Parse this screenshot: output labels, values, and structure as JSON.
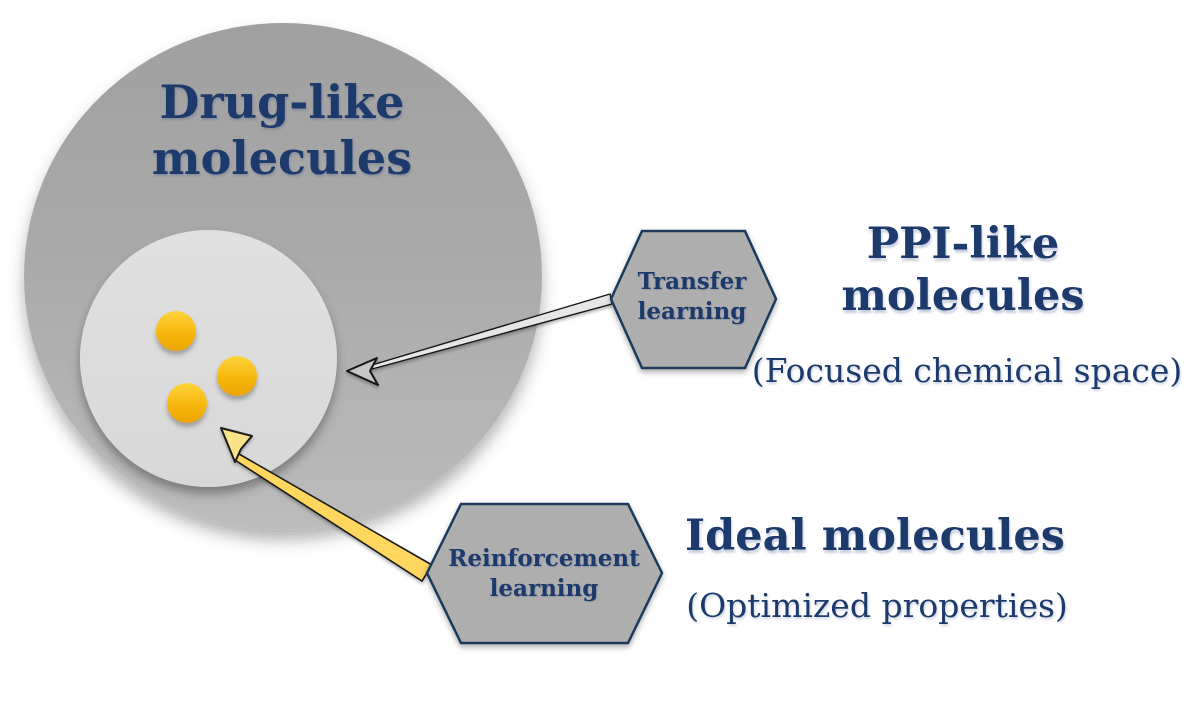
{
  "figure": {
    "background_color": "#ffffff",
    "text_color": "#1d3a6c",
    "outer_circle": {
      "label": "Drug-like molecules",
      "fill": "#ababab"
    },
    "inner_circle": {
      "fill": "#dcdcdc",
      "dot_count": 3,
      "dot_color": "#f6b70d"
    },
    "hexagons": {
      "transfer": {
        "label": "Transfer learning",
        "fill": "#aeaeae",
        "border": "#1e3a5c"
      },
      "reinforcement": {
        "label": "Reinforcement learning",
        "fill": "#aeaeae",
        "border": "#1e3a5c"
      }
    },
    "arrows": {
      "transfer": {
        "style": "thin tapered stealth",
        "fill": "#c6c6c6",
        "outline": "#161616",
        "from": "transfer-hexagon",
        "to": "inner-circle"
      },
      "reinforcement": {
        "style": "thick tapered stealth",
        "fill": "#ffd75f",
        "outline": "#1a1a1a",
        "from": "reinforcement-hexagon",
        "to": "inner-circle"
      }
    },
    "annotations": {
      "ppi": {
        "title": "PPI-like molecules",
        "subtitle": "(Focused chemical space)"
      },
      "ideal": {
        "title": "Ideal molecules",
        "subtitle": "(Optimized properties)"
      }
    }
  }
}
